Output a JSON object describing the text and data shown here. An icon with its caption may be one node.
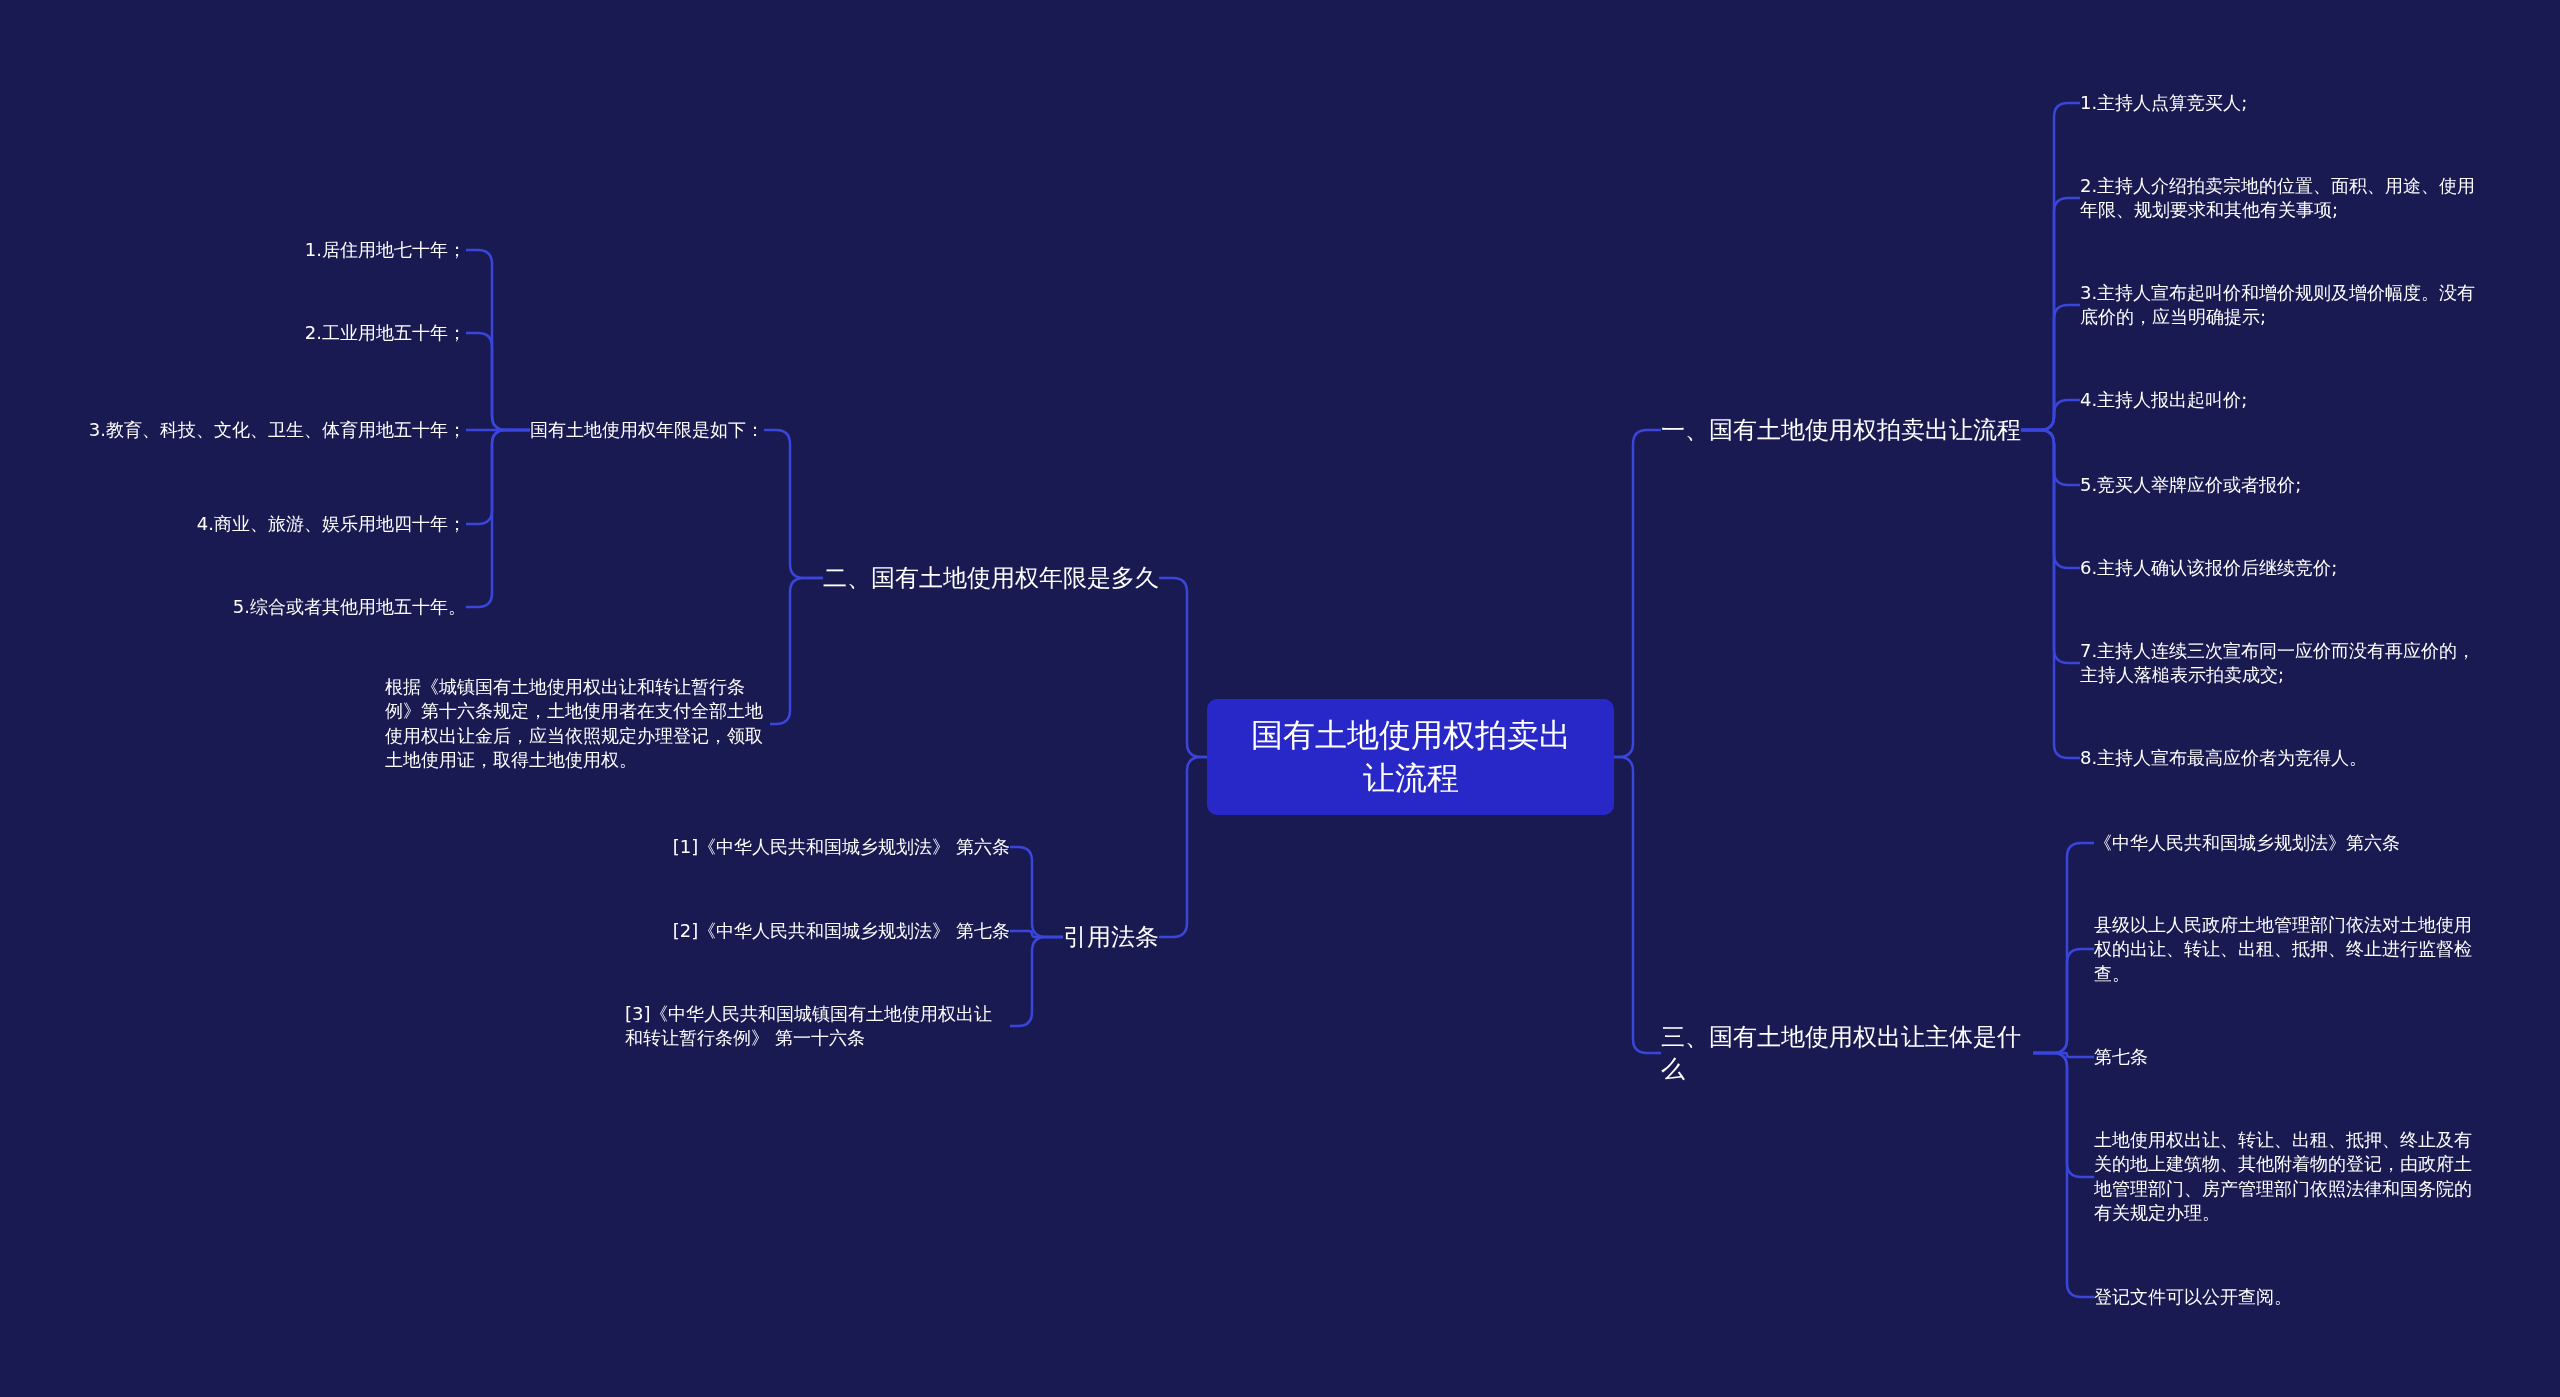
{
  "diagram": {
    "nodes": [
      {
        "text": [
          "国有土地使用权拍卖出让流程"
        ]
      },
      {
        "text": [
          "一、国有土地使用权拍卖出让流程"
        ]
      },
      {
        "text": [
          "1.主持人点算竞买人;"
        ]
      },
      {
        "text": [
          "2.主持人介绍拍卖宗地的位置、面积、用途、使用年限、规划要求和其他有关事项;"
        ]
      },
      {
        "text": [
          "3.主持人宣布起叫价和增价规则及增价幅度。没有底价的，应当明确提示;"
        ]
      },
      {
        "text": [
          "4.主持人报出起叫价;"
        ]
      },
      {
        "text": [
          "5.竞买人举牌应价或者报价;"
        ]
      },
      {
        "text": [
          "6.主持人确认该报价后继续竞价;"
        ]
      },
      {
        "text": [
          "7.主持人连续三次宣布同一应价而没有再应价的，主持人落槌表示拍卖成交;"
        ]
      },
      {
        "text": [
          "8.主持人宣布最高应价者为竞得人。"
        ]
      },
      {
        "text": [
          "三、国有土地使用权出让主体是什么"
        ]
      },
      {
        "text": [
          "《中华人民共和国城乡规划法》第六条"
        ]
      },
      {
        "text": [
          "县级以上人民政府土地管理部门依法对土地使用权的出让、转让、出租、抵押、终止进行监督检查。"
        ]
      },
      {
        "text": [
          "第七条"
        ]
      },
      {
        "text": [
          "土地使用权出让、转让、出租、抵押、终止及有关的地上建筑物、其他附着物的登记，由政府土地管理部门、房产管理部门依照法律和国务院的有关规定办理。"
        ]
      },
      {
        "text": [
          "登记文件可以公开查阅。"
        ]
      },
      {
        "text": [
          "二、国有土地使用权年限是多久"
        ]
      },
      {
        "text": [
          "国有土地使用权年限是如下："
        ]
      },
      {
        "text": [
          "1.居住用地七十年；"
        ]
      },
      {
        "text": [
          "2.工业用地五十年；"
        ]
      },
      {
        "text": [
          "3.教育、科技、文化、卫生、体育用地五十年；"
        ]
      },
      {
        "text": [
          "4.商业、旅游、娱乐用地四十年；"
        ]
      },
      {
        "text": [
          "5.综合或者其他用地五十年。"
        ]
      },
      {
        "text": [
          "根据《城镇国有土地使用权出让和转让暂行条例》第十六条规定，土地使用者在支付全部土地使用权出让金后，应当依照规定办理登记，领取土地使用证，取得土地使用权。"
        ]
      },
      {
        "text": [
          "引用法条"
        ]
      },
      {
        "text": [
          "[1]《中华人民共和国城乡规划法》 第六条"
        ]
      },
      {
        "text": [
          "[2]《中华人民共和国城乡规划法》 第七条"
        ]
      },
      {
        "text": [
          "[3]《中华人民共和国城镇国有土地使用权出让和转让暂行条例》 第一十六条"
        ]
      }
    ],
    "edges": [
      {
        "from": 0,
        "to": 1,
        "arrow": "none"
      },
      {
        "from": 0,
        "to": 10,
        "arrow": "none"
      },
      {
        "from": 0,
        "to": 16,
        "arrow": "none"
      },
      {
        "from": 0,
        "to": 24,
        "arrow": "none"
      },
      {
        "from": 1,
        "to": 2,
        "arrow": "none"
      },
      {
        "from": 1,
        "to": 3,
        "arrow": "none"
      },
      {
        "from": 1,
        "to": 4,
        "arrow": "none"
      },
      {
        "from": 1,
        "to": 5,
        "arrow": "none"
      },
      {
        "from": 1,
        "to": 6,
        "arrow": "none"
      },
      {
        "from": 1,
        "to": 7,
        "arrow": "none"
      },
      {
        "from": 1,
        "to": 8,
        "arrow": "none"
      },
      {
        "from": 1,
        "to": 9,
        "arrow": "none"
      },
      {
        "from": 10,
        "to": 11,
        "arrow": "none"
      },
      {
        "from": 10,
        "to": 12,
        "arrow": "none"
      },
      {
        "from": 10,
        "to": 13,
        "arrow": "none"
      },
      {
        "from": 10,
        "to": 14,
        "arrow": "none"
      },
      {
        "from": 10,
        "to": 15,
        "arrow": "none"
      },
      {
        "from": 16,
        "to": 17,
        "arrow": "none"
      },
      {
        "from": 16,
        "to": 23,
        "arrow": "none"
      },
      {
        "from": 17,
        "to": 18,
        "arrow": "none"
      },
      {
        "from": 17,
        "to": 19,
        "arrow": "none"
      },
      {
        "from": 17,
        "to": 20,
        "arrow": "none"
      },
      {
        "from": 17,
        "to": 21,
        "arrow": "none"
      },
      {
        "from": 17,
        "to": 22,
        "arrow": "none"
      },
      {
        "from": 24,
        "to": 25,
        "arrow": "none"
      },
      {
        "from": 24,
        "to": 26,
        "arrow": "none"
      },
      {
        "from": 24,
        "to": 27,
        "arrow": "none"
      }
    ]
  }
}
